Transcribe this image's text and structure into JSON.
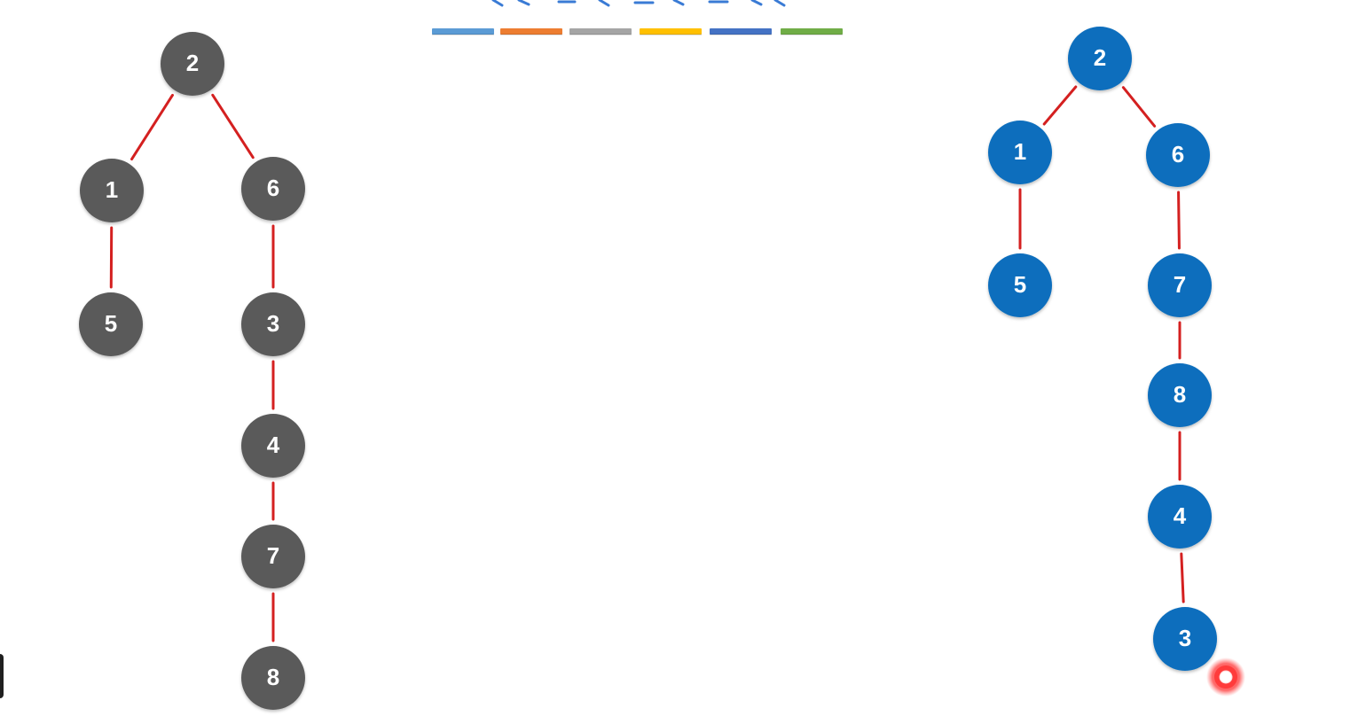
{
  "colors": {
    "gray_node": "#5a5a5a",
    "blue_node": "#0a6ebd",
    "edge": "#d42020",
    "label": "#ffffff",
    "bars": [
      "#5b9bd5",
      "#ed7d31",
      "#a5a5a5",
      "#ffc000",
      "#4472c4",
      "#70ad47"
    ],
    "cursor": "#ff3b3b"
  },
  "trees": [
    {
      "id": "left-tree",
      "color_key": "gray_node",
      "nodes": [
        {
          "id": "L2",
          "label": "2"
        },
        {
          "id": "L1",
          "label": "1"
        },
        {
          "id": "L6",
          "label": "6"
        },
        {
          "id": "L5",
          "label": "5"
        },
        {
          "id": "L3",
          "label": "3"
        },
        {
          "id": "L4",
          "label": "4"
        },
        {
          "id": "L7",
          "label": "7"
        },
        {
          "id": "L8",
          "label": "8"
        }
      ],
      "edges": [
        [
          "L2",
          "L1"
        ],
        [
          "L2",
          "L6"
        ],
        [
          "L1",
          "L5"
        ],
        [
          "L6",
          "L3"
        ],
        [
          "L3",
          "L4"
        ],
        [
          "L4",
          "L7"
        ],
        [
          "L7",
          "L8"
        ]
      ]
    },
    {
      "id": "right-tree",
      "color_key": "blue_node",
      "nodes": [
        {
          "id": "R2",
          "label": "2"
        },
        {
          "id": "R1",
          "label": "1"
        },
        {
          "id": "R6",
          "label": "6"
        },
        {
          "id": "R5",
          "label": "5"
        },
        {
          "id": "R7",
          "label": "7"
        },
        {
          "id": "R8",
          "label": "8"
        },
        {
          "id": "R4",
          "label": "4"
        },
        {
          "id": "R3",
          "label": "3"
        }
      ],
      "edges": [
        [
          "R2",
          "R1"
        ],
        [
          "R2",
          "R6"
        ],
        [
          "R1",
          "R5"
        ],
        [
          "R6",
          "R7"
        ],
        [
          "R7",
          "R8"
        ],
        [
          "R8",
          "R4"
        ],
        [
          "R4",
          "R3"
        ]
      ]
    }
  ]
}
